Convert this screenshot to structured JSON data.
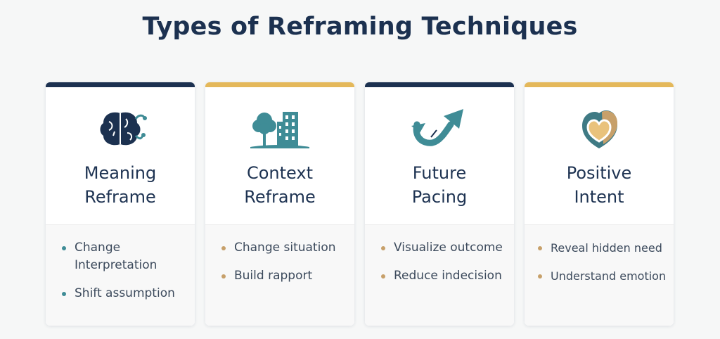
{
  "title": "Types of Reframing Techniques",
  "colors": {
    "navy": "#1c3150",
    "gold": "#e4b85a",
    "teal": "#3f8c96",
    "tan": "#c7a06a"
  },
  "cards": [
    {
      "icon": "brain-icon",
      "heading_line1": "Meaning",
      "heading_line2": "Reframe",
      "bullets": [
        "Change Interpretation",
        "Shift assumption"
      ]
    },
    {
      "icon": "tree-building-icon",
      "heading_line1": "Context",
      "heading_line2": "Reframe",
      "bullets": [
        "Change situation",
        "Build rapport"
      ]
    },
    {
      "icon": "curved-arrow-icon",
      "heading_line1": "Future",
      "heading_line2": "Pacing",
      "bullets": [
        "Visualize outcome",
        "Reduce indecision"
      ]
    },
    {
      "icon": "heart-icon",
      "heading_line1": "Positive",
      "heading_line2": "Intent",
      "bullets": [
        "Reveal hidden need",
        "Understand emotion"
      ]
    }
  ]
}
